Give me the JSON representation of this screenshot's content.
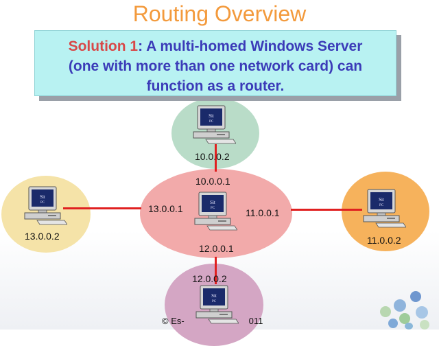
{
  "title": "Routing Overview",
  "callout": {
    "solution": "Solution 1",
    "colon": ":",
    "text_line1": " A multi-homed Windows Server",
    "text_line2": "(one with more than one network card) can",
    "text_line3": "function as a router."
  },
  "networks": {
    "top": {
      "host_ip": "10.0.0.2",
      "router_ip": "10.0.0.1"
    },
    "left": {
      "host_ip": "13.0.0.2",
      "router_ip": "13.0.0.1"
    },
    "right": {
      "host_ip": "11.0.0.2",
      "router_ip": "11.0.0.1"
    },
    "bottom": {
      "host_ip": "12.0.0.2",
      "router_ip": "12.0.0.1"
    }
  },
  "footer": "© Es-                          011",
  "colors": {
    "title": "#f39a3c",
    "center_zone": "#f2aaaa",
    "top_zone": "#b9dcc8",
    "left_zone": "#f5e3a8",
    "right_zone": "#f6b25c",
    "bottom_zone": "#d4a6c4",
    "link": "#e02020"
  },
  "icons": {
    "computer": "computer-icon"
  }
}
